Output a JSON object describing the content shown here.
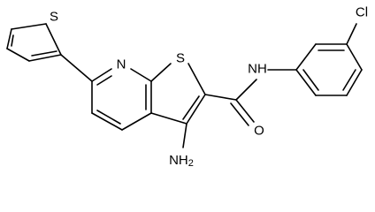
{
  "molecule": {
    "atoms": {
      "thiophene_s": "S",
      "pyridine_n": "N",
      "thieno_s": "S",
      "amide_nh": "NH",
      "amide_o": "O",
      "amine_n": "NH",
      "amine_sub": "2",
      "chlorine": "Cl"
    }
  }
}
